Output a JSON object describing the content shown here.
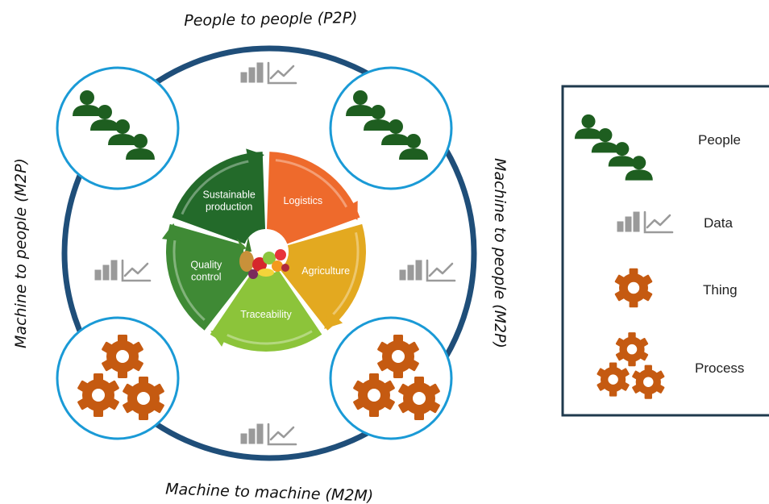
{
  "labels": {
    "top": "People to people (P2P)",
    "bottom": "Machine to machine (M2M)",
    "left": "Machine to people (M2P)",
    "right": "Machine to people (M2P)"
  },
  "cycle": {
    "segments": [
      {
        "lines": [
          "Logistics"
        ],
        "color": "#ee6a2c"
      },
      {
        "lines": [
          "Agriculture"
        ],
        "color": "#e3a920"
      },
      {
        "lines": [
          "Traceability"
        ],
        "color": "#8cc43a"
      },
      {
        "lines": [
          "Quality",
          "control"
        ],
        "color": "#3f8a35"
      },
      {
        "lines": [
          "Sustainable",
          "production"
        ],
        "color": "#236a2a"
      }
    ]
  },
  "legend": {
    "items": [
      {
        "label": "People",
        "icon": "people-icon"
      },
      {
        "label": "Data",
        "icon": "data-icon"
      },
      {
        "label": "Thing",
        "icon": "gear-icon"
      },
      {
        "label": "Process",
        "icon": "gears-icon"
      }
    ]
  },
  "colors": {
    "ring": "#1f4e79",
    "circle_border": "#1a9ad6",
    "people": "#1e5e20",
    "gear": "#c55a11",
    "data_icon": "#9a9a9a",
    "legend_border": "#1f3a4d"
  }
}
